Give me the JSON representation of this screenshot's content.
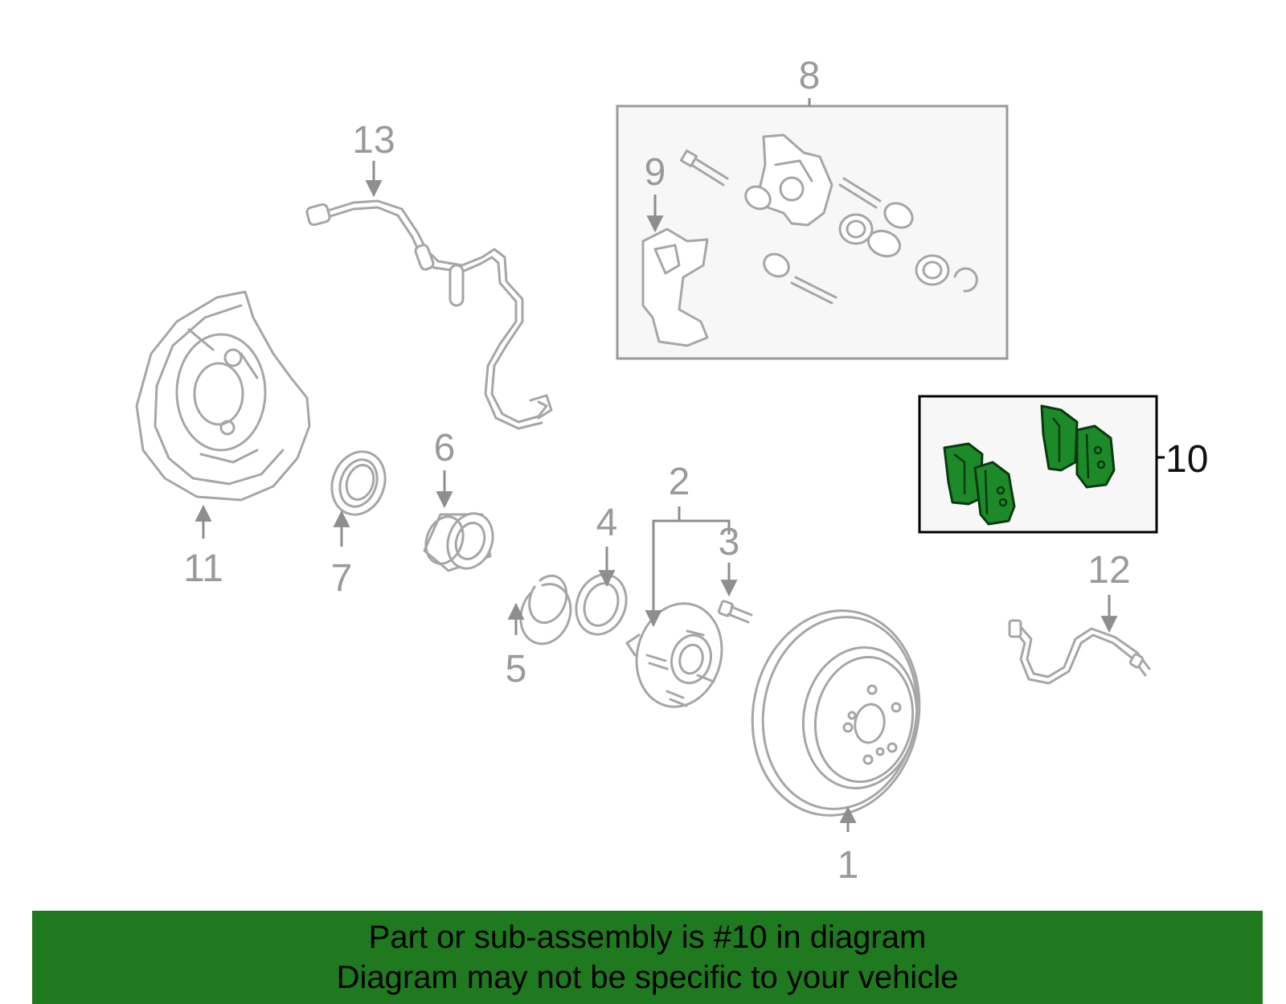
{
  "callouts": {
    "c1": "1",
    "c2": "2",
    "c3": "3",
    "c4": "4",
    "c5": "5",
    "c6": "6",
    "c7": "7",
    "c8": "8",
    "c9": "9",
    "c10": "10",
    "c11": "11",
    "c12": "12",
    "c13": "13"
  },
  "highlight_part": "10",
  "colors": {
    "highlight": "#1d8a2a",
    "banner": "#1f7a1f",
    "part_stroke": "#a6a6a6"
  },
  "banner": {
    "line1": "Part or sub-assembly is #10 in diagram",
    "line2": "Diagram may not be specific to your vehicle"
  }
}
